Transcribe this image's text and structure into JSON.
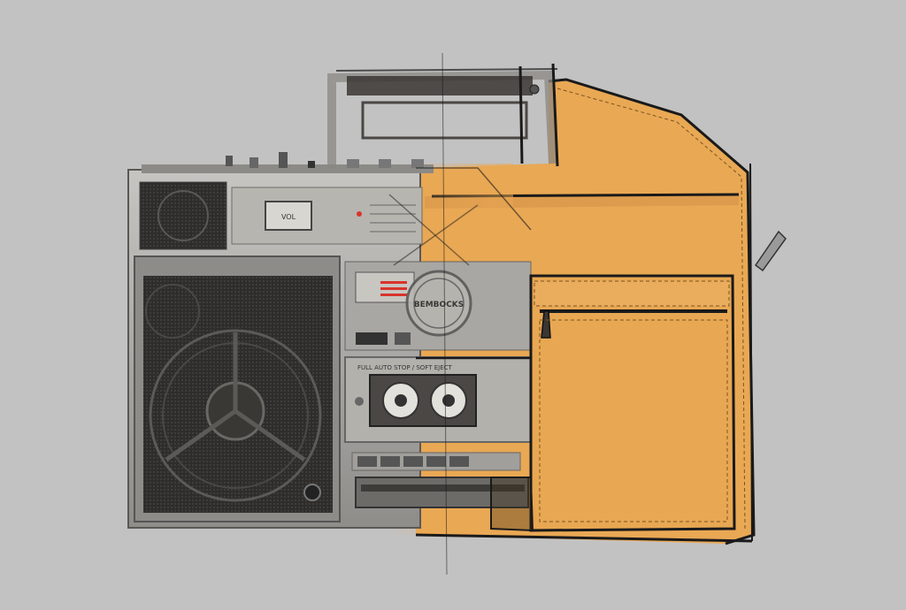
{
  "scene": {
    "subject": "boombox-to-leather-bag-sketch",
    "colors": {
      "background": "#c2c2c2",
      "leather": "#e9a854",
      "leather_dark": "#c98a3d",
      "metal": "#a8a7a3",
      "metal_dark": "#6f6d69",
      "speaker_grille": "#2e2d2b",
      "sketch_line": "#1a1a1a",
      "led": "#d9342b"
    },
    "boombox": {
      "badge_text": "BEMBOCKS",
      "cassette_label": "FULL AUTO STOP / SOFT EJECT",
      "meter_label": "VOL"
    }
  }
}
